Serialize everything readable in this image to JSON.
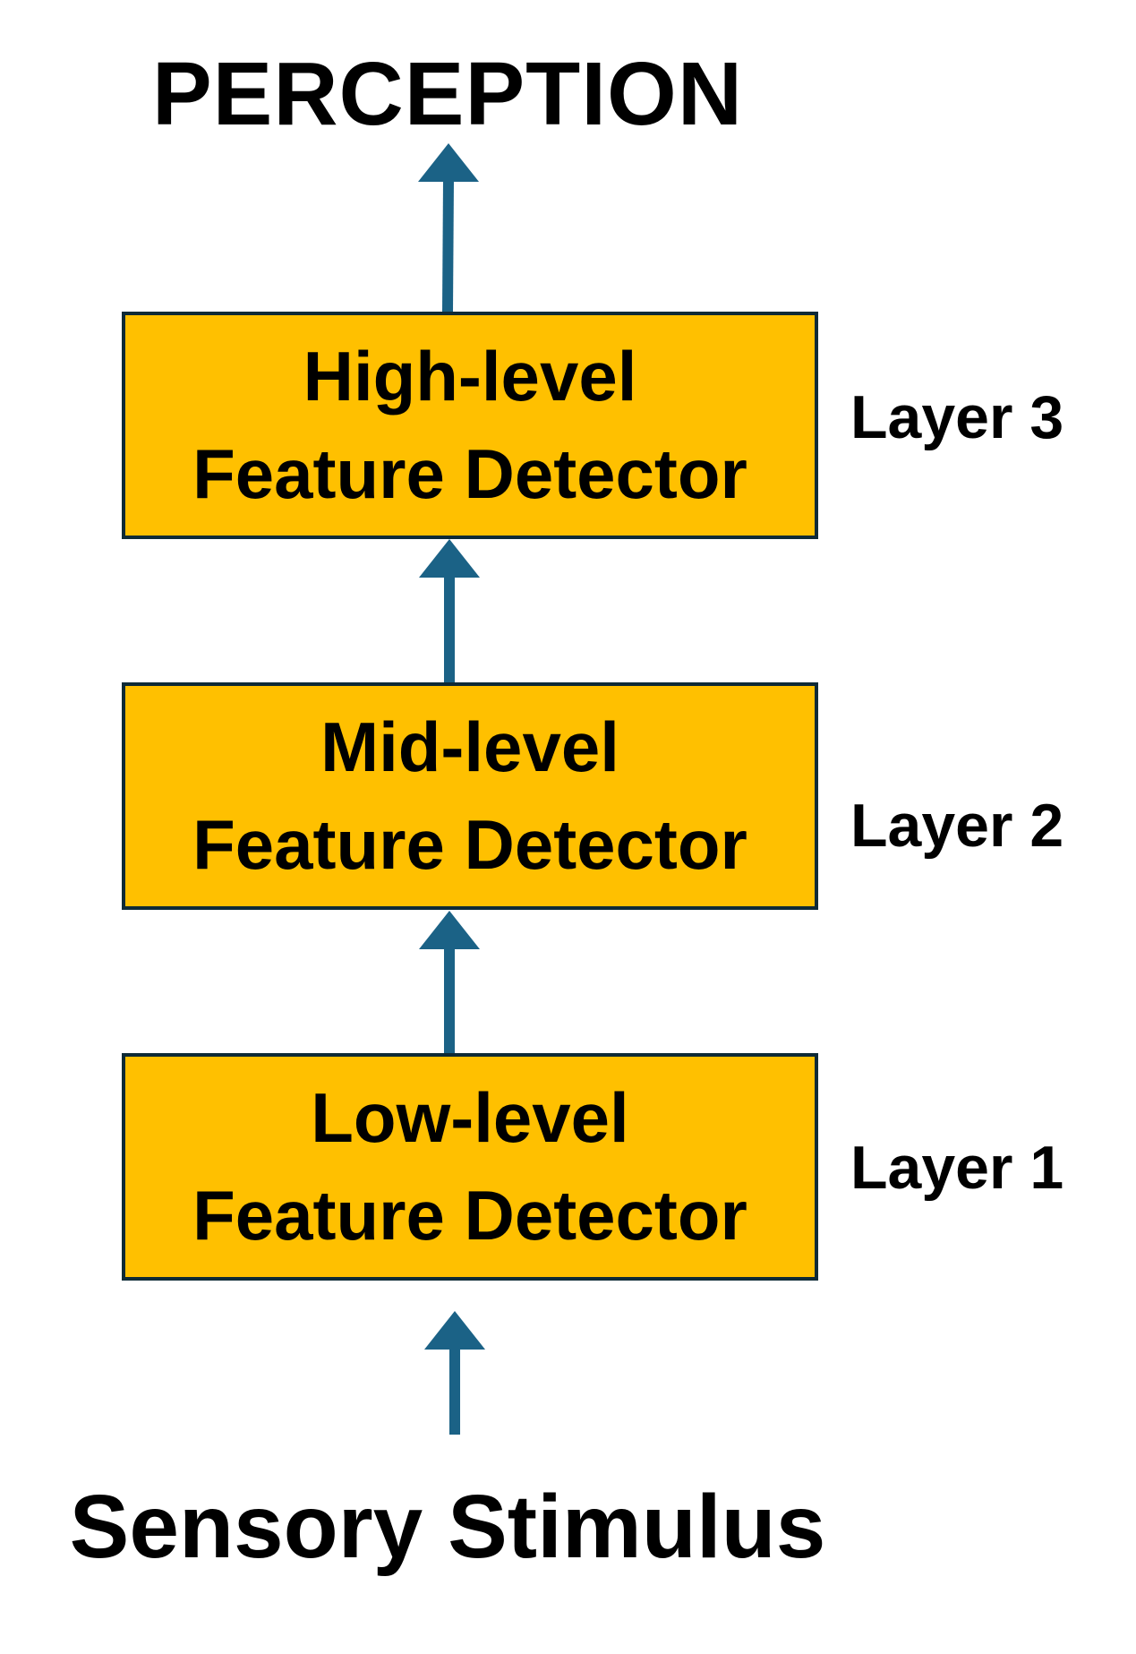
{
  "top_label": "PERCEPTION",
  "bottom_label": "Sensory Stimulus",
  "layers": [
    {
      "title": "High-level",
      "subtitle": "Feature Detector",
      "layer_label": "Layer 3"
    },
    {
      "title": "Mid-level",
      "subtitle": "Feature Detector",
      "layer_label": "Layer 2"
    },
    {
      "title": "Low-level",
      "subtitle": "Feature Detector",
      "layer_label": "Layer 1"
    }
  ],
  "colors": {
    "box_fill": "#FFC000",
    "box_border": "#0E2A36",
    "arrow": "#1B6286",
    "text": "#000000"
  }
}
